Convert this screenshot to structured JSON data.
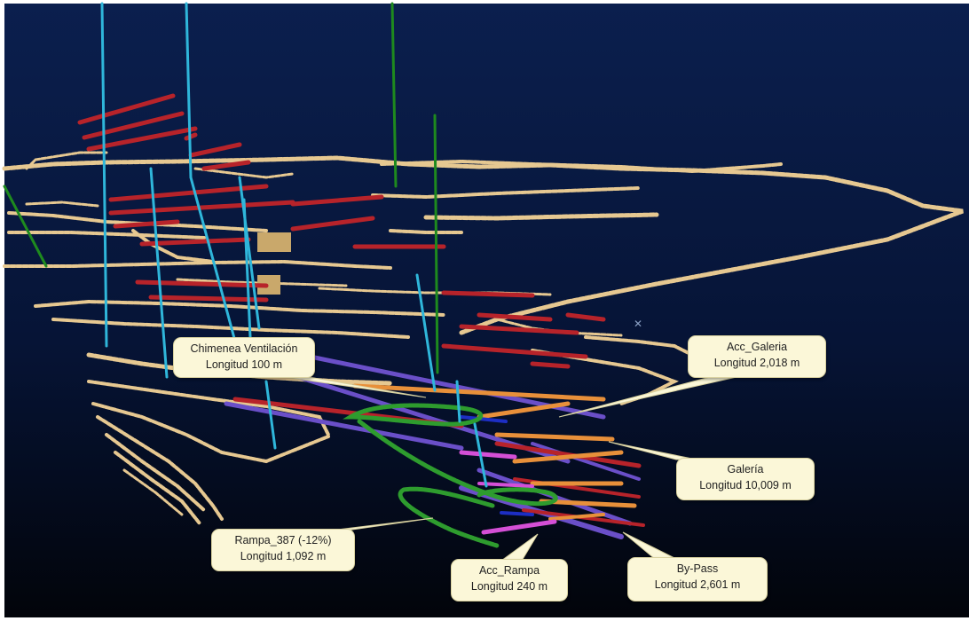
{
  "viewport": {
    "background_top": "#0b1f4e",
    "background_bottom": "#02040a",
    "colors": {
      "galleries": "#e6c891",
      "chimneys": "#2fb6da",
      "boreholes": "#1e7f1e",
      "red_levels": "#b7232a",
      "purple_bypass": "#6a4fc8",
      "orange_access": "#e8903a",
      "green_ramp": "#2e9c2e",
      "pink_access": "#d44fd6",
      "callout_fill": "#fbf7d8"
    },
    "icons": [
      "crosshair-icon"
    ]
  },
  "callouts": {
    "chimenea": {
      "name": "Chimenea Ventilación",
      "length": "Longitud 100 m"
    },
    "acc_galeria": {
      "name": "Acc_Galeria",
      "length": "Longitud 2,018 m"
    },
    "galeria": {
      "name": "Galería",
      "length": "Longitud 10,009 m"
    },
    "rampa": {
      "name": "Rampa_387 (-12%)",
      "length": "Longitud 1,092 m"
    },
    "acc_rampa": {
      "name": "Acc_Rampa",
      "length": "Longitud 240 m"
    },
    "bypass": {
      "name": "By-Pass",
      "length": "Longitud 2,601 m"
    }
  }
}
